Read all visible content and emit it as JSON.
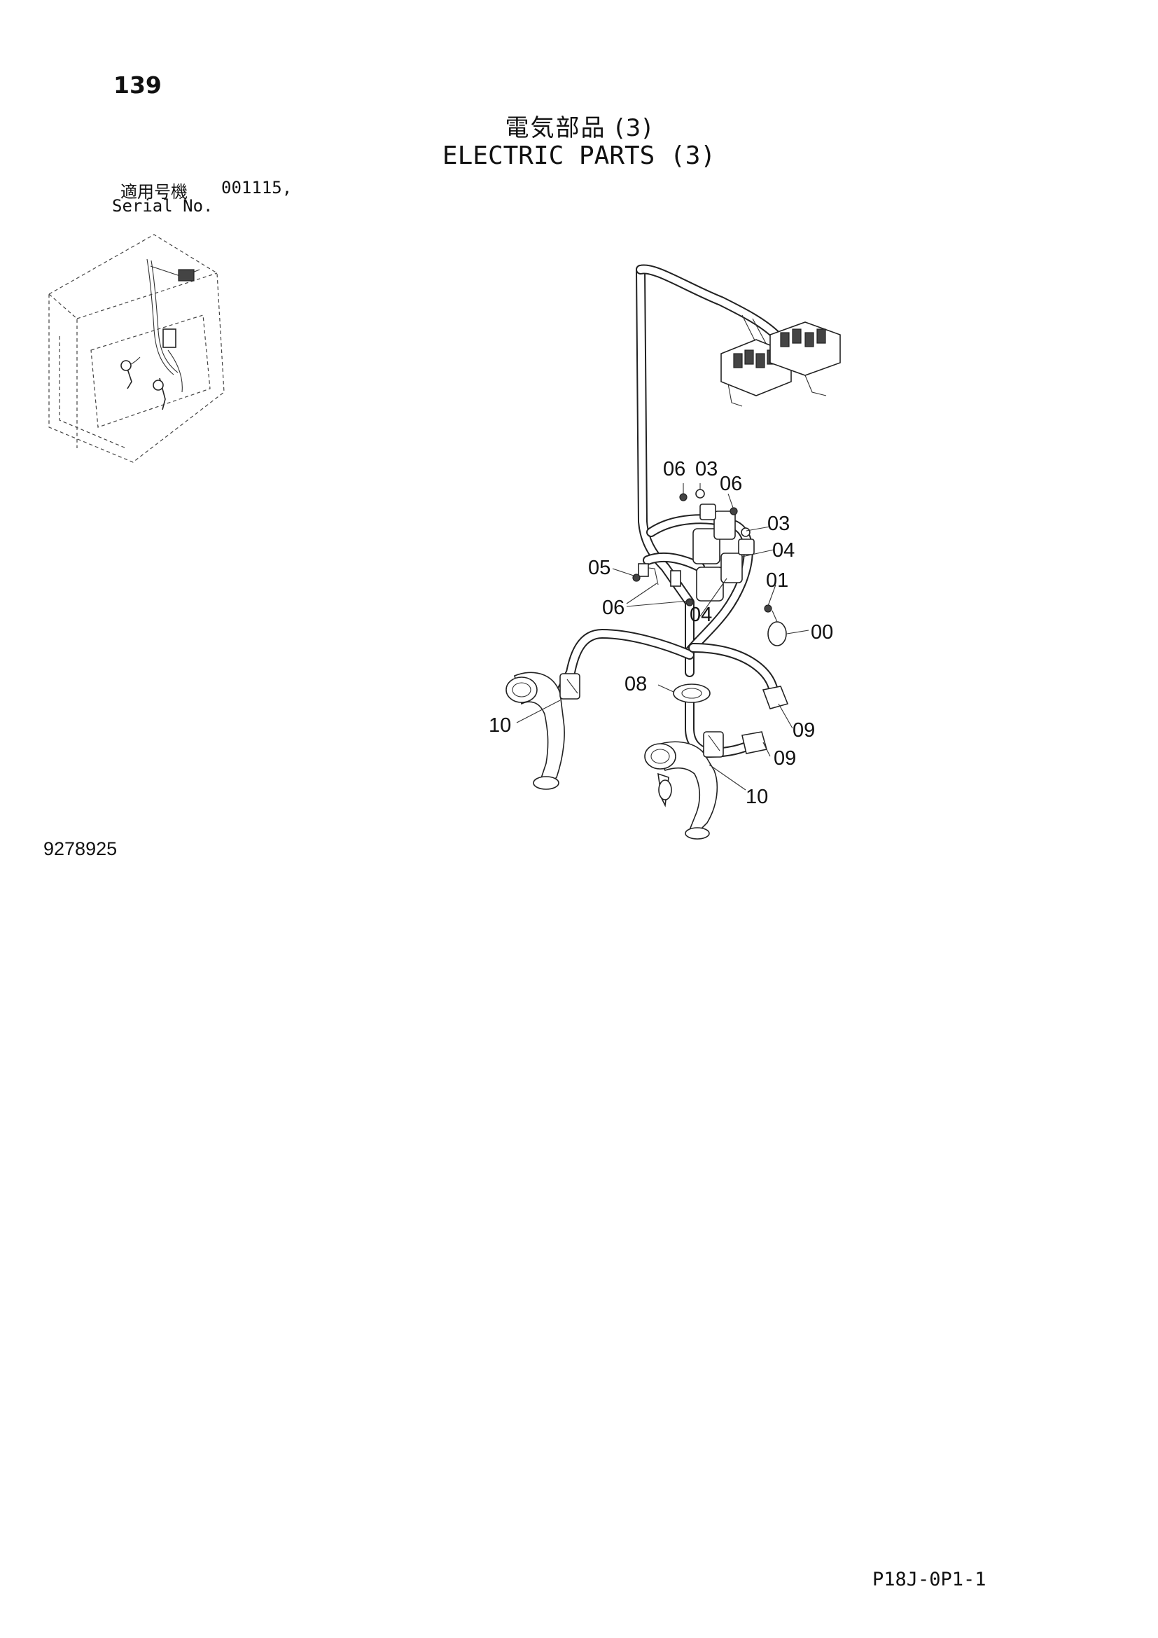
{
  "header": {
    "page_number": "139",
    "title_jp": "電気部品 (3)",
    "title_en": "ELECTRIC PARTS (3)"
  },
  "serial": {
    "label_jp": "適用号機",
    "value": "001115,",
    "label_en": "Serial No."
  },
  "diagram": {
    "callouts": [
      "06",
      "03",
      "06",
      "03",
      "04",
      "05",
      "01",
      "06",
      "04",
      "00",
      "08",
      "10",
      "09",
      "09",
      "10"
    ]
  },
  "footer": {
    "drawing_number": "9278925",
    "page_code": "P18J-0P1-1"
  }
}
